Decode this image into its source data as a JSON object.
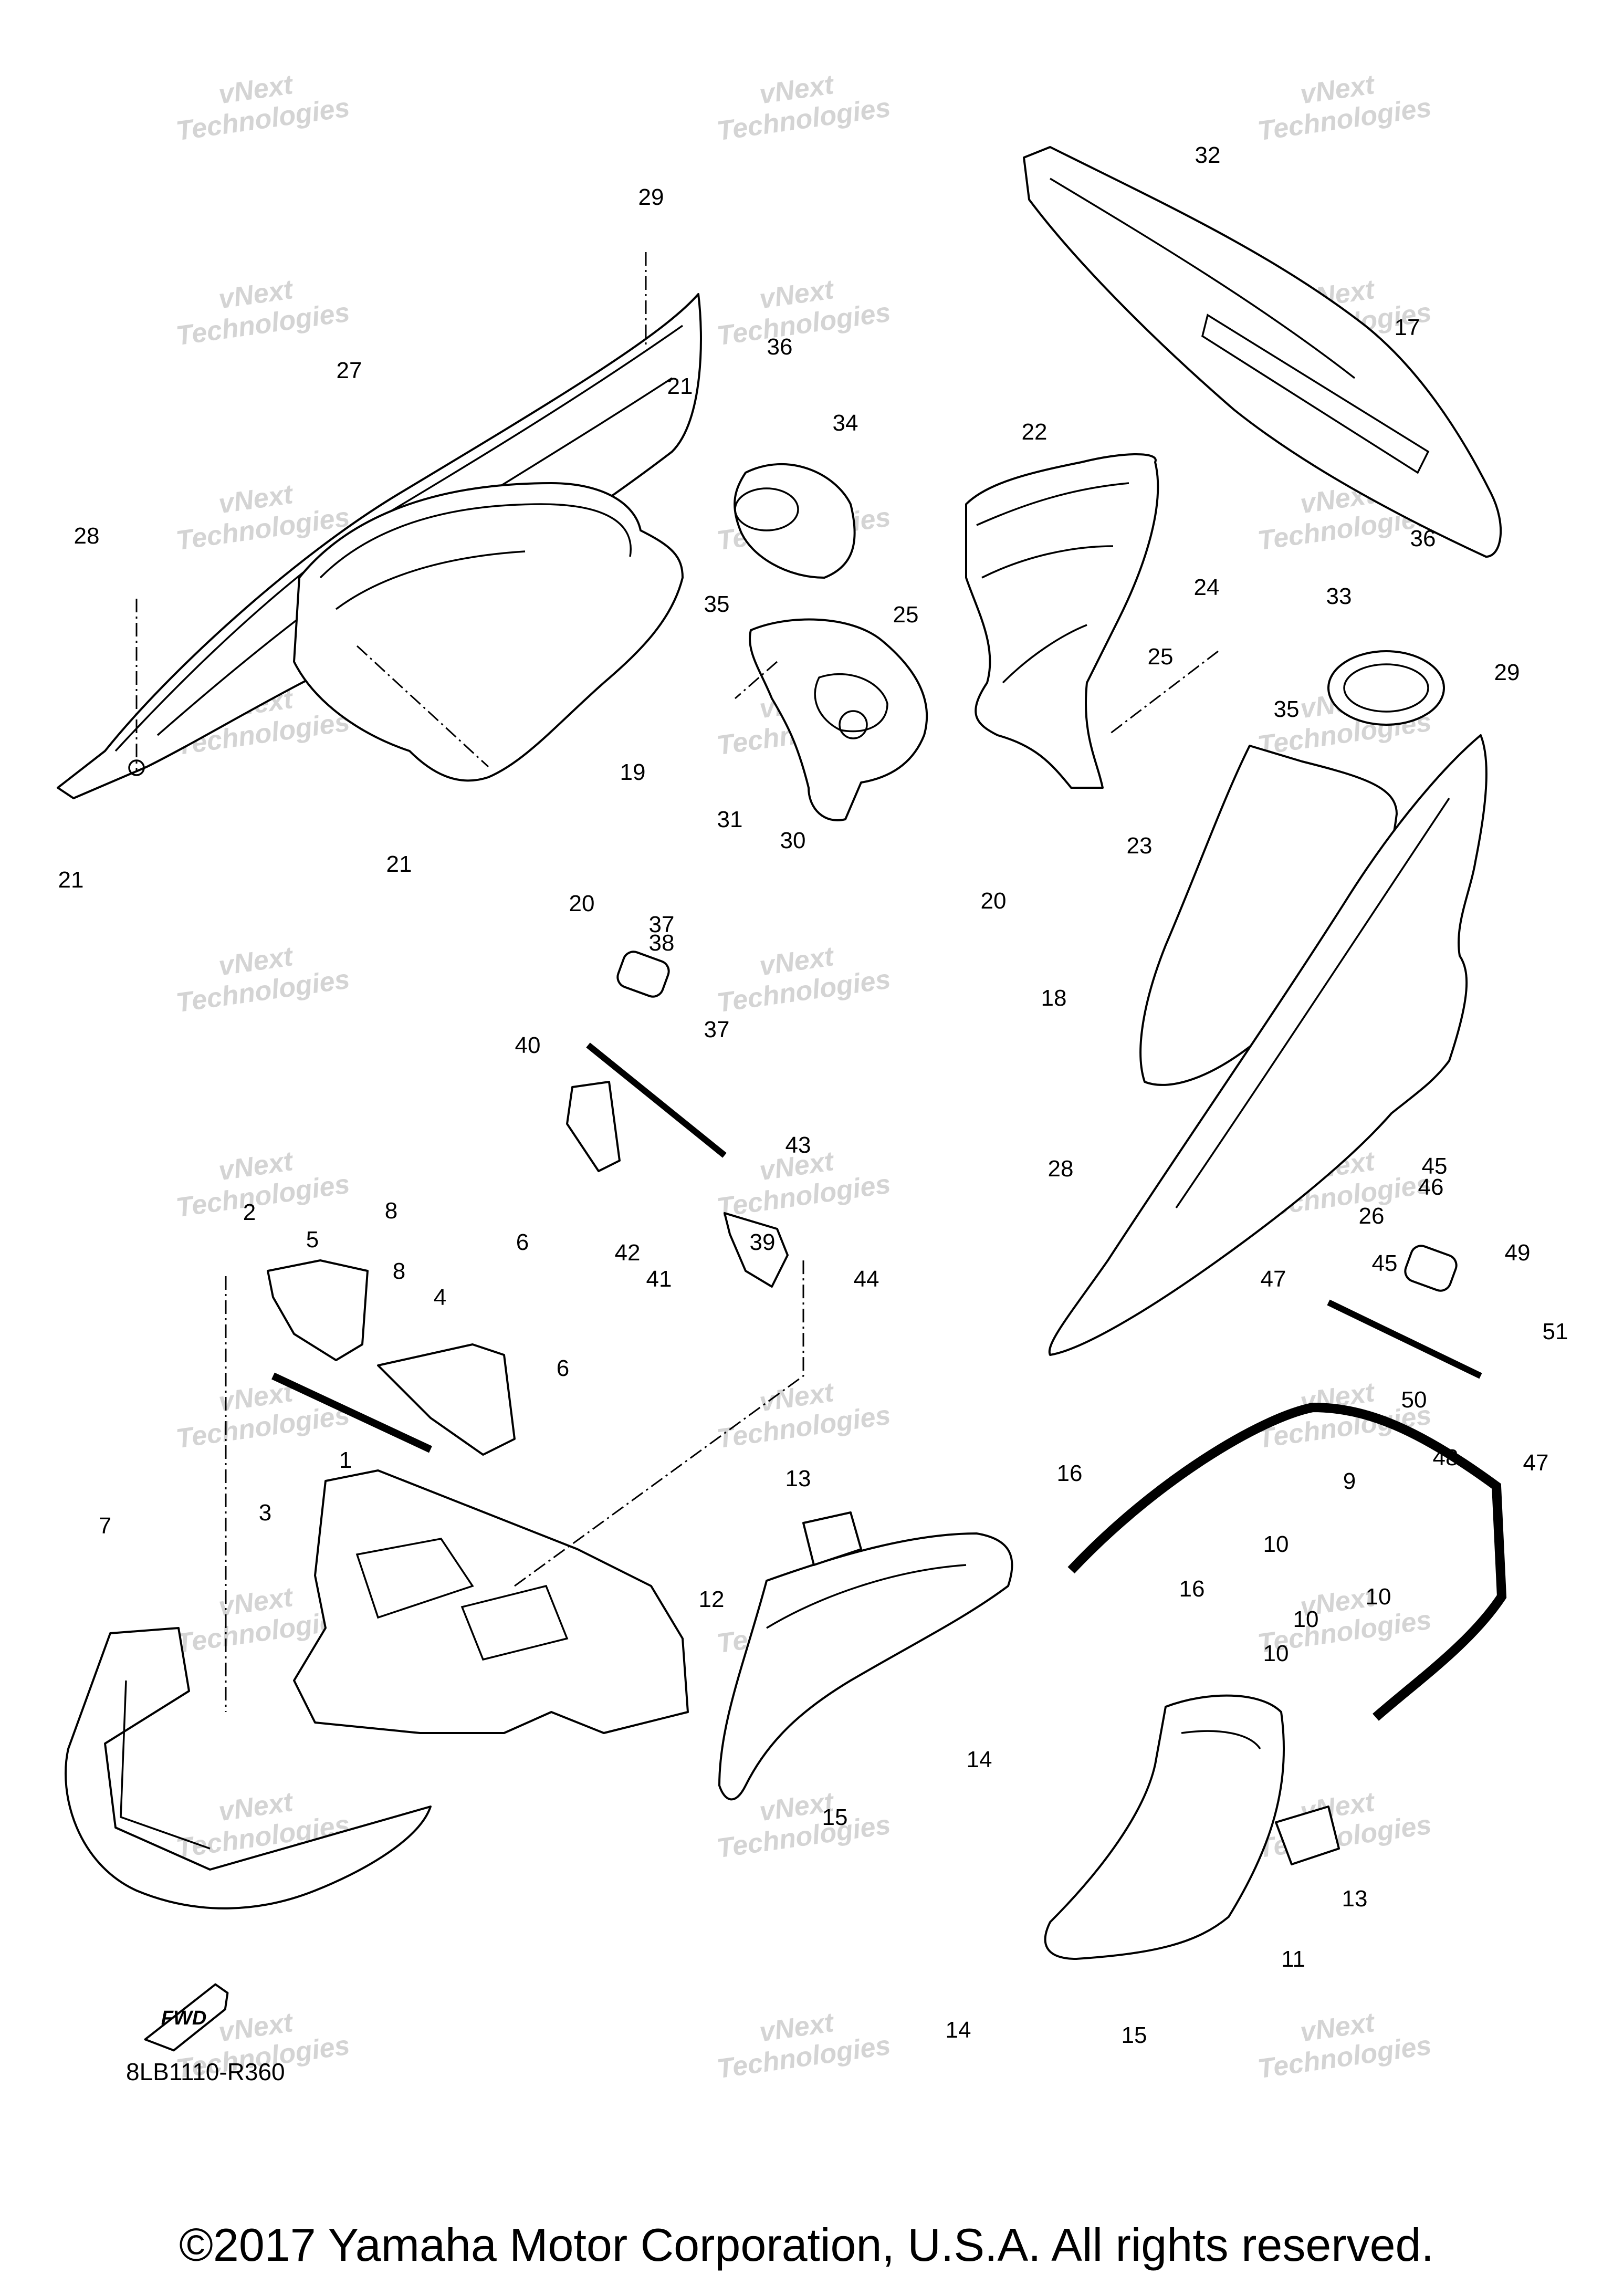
{
  "diagram": {
    "code": "8LB1110-R360",
    "fwd_label": "FWD",
    "copyright": "©2017 Yamaha Motor Corporation, U.S.A. All rights reserved."
  },
  "watermark": {
    "line1": "vNext",
    "line2": "Technologies"
  },
  "callouts": [
    "1",
    "2",
    "3",
    "4",
    "5",
    "6",
    "6",
    "7",
    "8",
    "8",
    "9",
    "10",
    "10",
    "10",
    "10",
    "11",
    "12",
    "13",
    "13",
    "14",
    "14",
    "15",
    "15",
    "16",
    "16",
    "17",
    "18",
    "19",
    "20",
    "20",
    "21",
    "21",
    "21",
    "22",
    "23",
    "24",
    "25",
    "25",
    "26",
    "27",
    "28",
    "28",
    "29",
    "29",
    "30",
    "31",
    "32",
    "33",
    "34",
    "35",
    "35",
    "36",
    "36",
    "37",
    "37",
    "38",
    "39",
    "40",
    "41",
    "42",
    "43",
    "44",
    "45",
    "45",
    "46",
    "47",
    "47",
    "48",
    "49",
    "50",
    "51"
  ]
}
